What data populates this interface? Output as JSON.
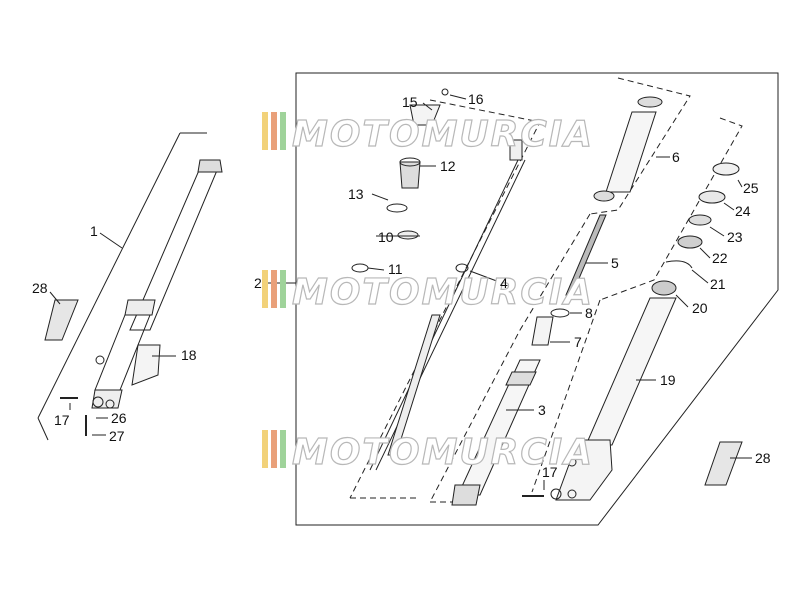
{
  "diagram": {
    "watermark_text": "MOTOMURCIA",
    "watermark_colors": [
      "#f2d27a",
      "#e9a07a",
      "#9fd39a",
      "#b6b6b6"
    ],
    "callouts": [
      "1",
      "28",
      "18",
      "17",
      "26",
      "27",
      "2",
      "15",
      "16",
      "12",
      "13",
      "10",
      "11",
      "4",
      "6",
      "5",
      "8",
      "7",
      "3",
      "25",
      "24",
      "23",
      "22",
      "21",
      "20",
      "19",
      "17",
      "28"
    ]
  }
}
